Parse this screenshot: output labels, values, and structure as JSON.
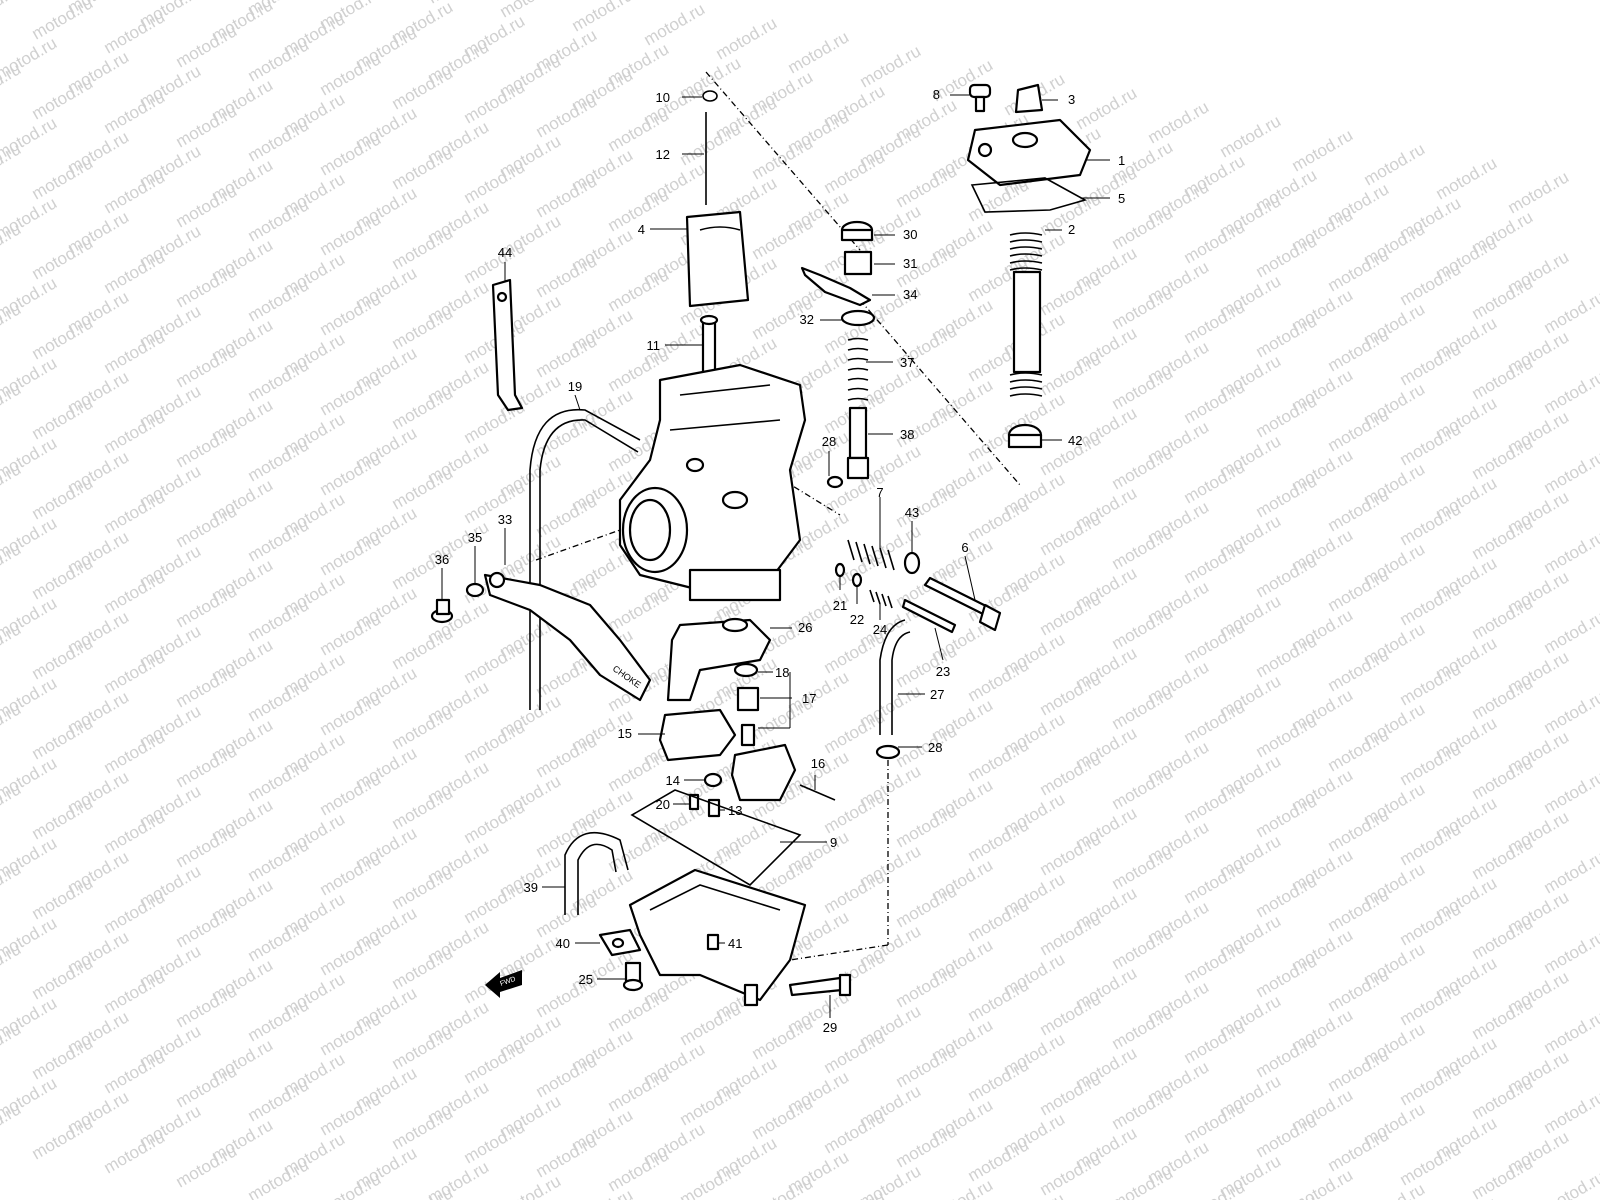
{
  "watermark": {
    "text": "motod.ru"
  },
  "fwd_label": "FWD",
  "choke_label": "CHOKE",
  "callouts": [
    {
      "id": "c1",
      "label": "1"
    },
    {
      "id": "c2",
      "label": "2"
    },
    {
      "id": "c3",
      "label": "3"
    },
    {
      "id": "c4",
      "label": "4"
    },
    {
      "id": "c5",
      "label": "5"
    },
    {
      "id": "c6",
      "label": "6"
    },
    {
      "id": "c7",
      "label": "7"
    },
    {
      "id": "c8",
      "label": "8"
    },
    {
      "id": "c9",
      "label": "9"
    },
    {
      "id": "c10",
      "label": "10"
    },
    {
      "id": "c11",
      "label": "11"
    },
    {
      "id": "c12",
      "label": "12"
    },
    {
      "id": "c13",
      "label": "13"
    },
    {
      "id": "c14",
      "label": "14"
    },
    {
      "id": "c15",
      "label": "15"
    },
    {
      "id": "c16",
      "label": "16"
    },
    {
      "id": "c17",
      "label": "17"
    },
    {
      "id": "c18",
      "label": "18"
    },
    {
      "id": "c19",
      "label": "19"
    },
    {
      "id": "c20",
      "label": "20"
    },
    {
      "id": "c21",
      "label": "21"
    },
    {
      "id": "c22",
      "label": "22"
    },
    {
      "id": "c23",
      "label": "23"
    },
    {
      "id": "c24",
      "label": "24"
    },
    {
      "id": "c25",
      "label": "25"
    },
    {
      "id": "c26",
      "label": "26"
    },
    {
      "id": "c27",
      "label": "27"
    },
    {
      "id": "c28a",
      "label": "28"
    },
    {
      "id": "c28b",
      "label": "28"
    },
    {
      "id": "c29",
      "label": "29"
    },
    {
      "id": "c30",
      "label": "30"
    },
    {
      "id": "c31",
      "label": "31"
    },
    {
      "id": "c32",
      "label": "32"
    },
    {
      "id": "c33",
      "label": "33"
    },
    {
      "id": "c34",
      "label": "34"
    },
    {
      "id": "c35",
      "label": "35"
    },
    {
      "id": "c36",
      "label": "36"
    },
    {
      "id": "c37",
      "label": "37"
    },
    {
      "id": "c38",
      "label": "38"
    },
    {
      "id": "c39",
      "label": "39"
    },
    {
      "id": "c40",
      "label": "40"
    },
    {
      "id": "c41",
      "label": "41"
    },
    {
      "id": "c42",
      "label": "42"
    },
    {
      "id": "c43",
      "label": "43"
    },
    {
      "id": "c44",
      "label": "44"
    }
  ]
}
